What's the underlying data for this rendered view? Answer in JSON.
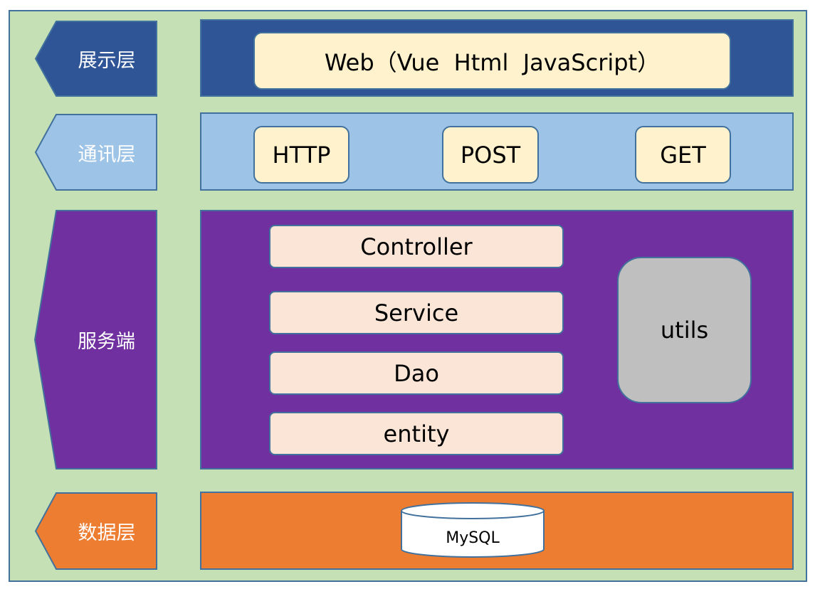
{
  "colors": {
    "background": "#c5e0b4",
    "border": "#41719c",
    "presentation": "#2f5597",
    "communication": "#9dc3e6",
    "server": "#7030a0",
    "data": "#ed7d31",
    "yellow_box": "#fff2cc",
    "pink_box": "#fbe5d6",
    "utils_box": "#bfbfbf"
  },
  "layers": {
    "presentation": {
      "label": "展示层",
      "items": [
        "Web（Vue  Html  JavaScript）"
      ]
    },
    "communication": {
      "label": "通讯层",
      "items": [
        "HTTP",
        "POST",
        "GET"
      ]
    },
    "server": {
      "label": "服务端",
      "items": [
        "Controller",
        "Service",
        "Dao",
        "entity"
      ],
      "utils": "utils"
    },
    "data": {
      "label": "数据层",
      "database": "MySQL",
      "database_icon": "database-cylinder-icon"
    }
  }
}
